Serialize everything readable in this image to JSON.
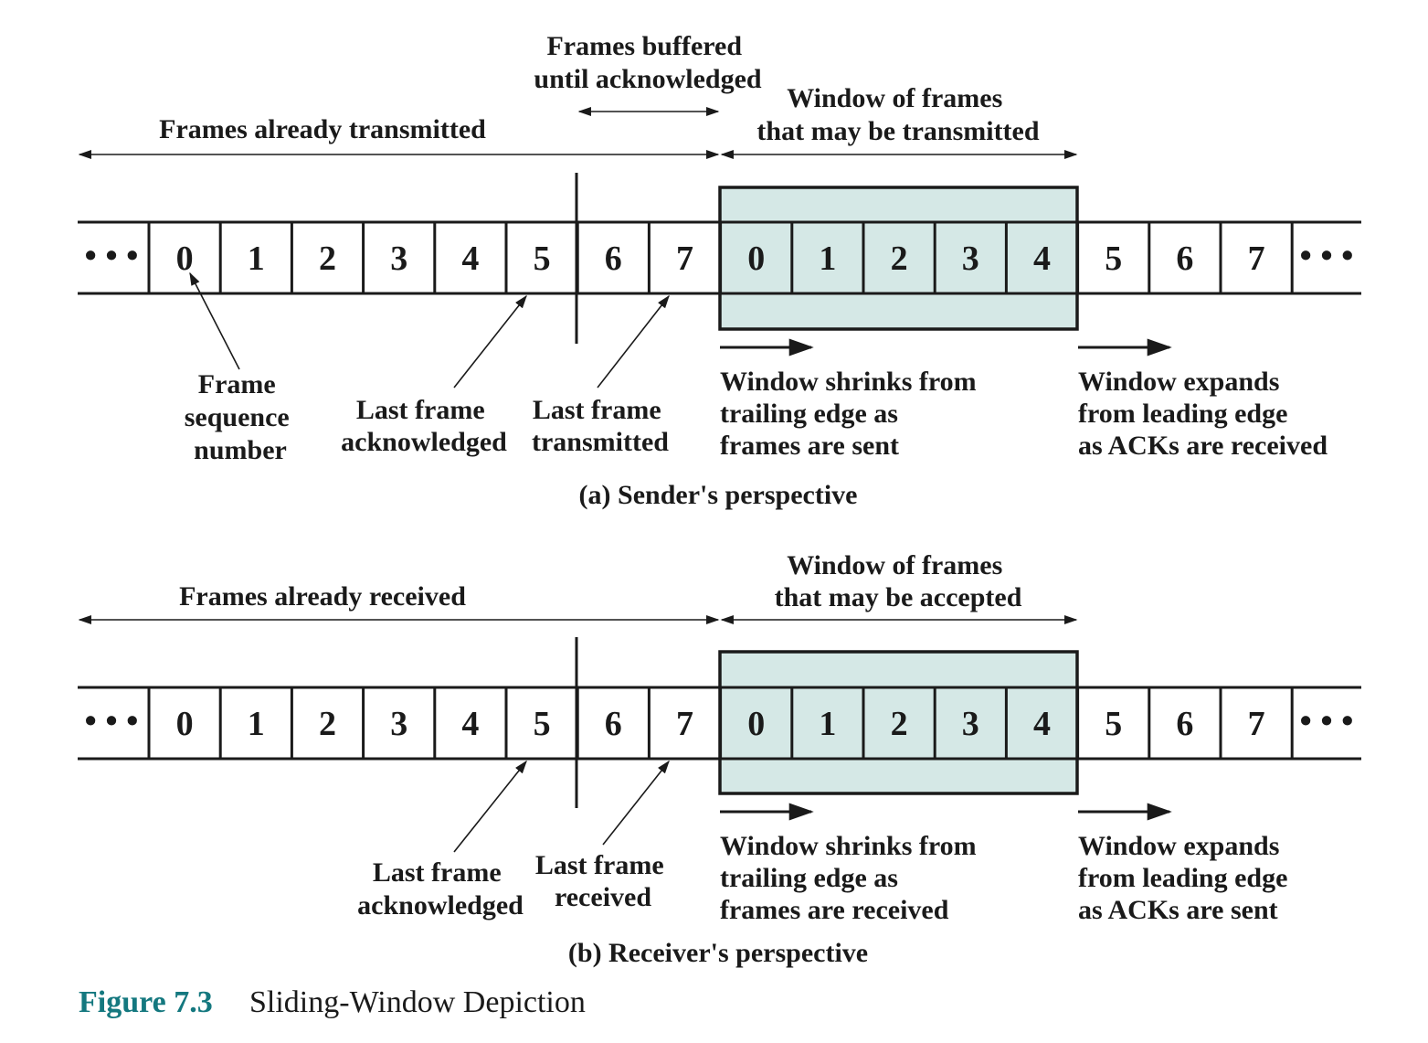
{
  "sequence": [
    "0",
    "1",
    "2",
    "3",
    "4",
    "5",
    "6",
    "7",
    "0",
    "1",
    "2",
    "3",
    "4",
    "5",
    "6",
    "7"
  ],
  "ellipsis": "• • •",
  "window": {
    "fill": "#d5e8e6"
  },
  "sender": {
    "frames_buffered": [
      "Frames buffered",
      "until acknowledged"
    ],
    "already_transmitted": "Frames already transmitted",
    "window_label": [
      "Window of frames",
      "that may be transmitted"
    ],
    "frame_seq": [
      "Frame",
      "sequence",
      "number"
    ],
    "last_ack": [
      "Last frame",
      "acknowledged"
    ],
    "last_tx": [
      "Last frame",
      "transmitted"
    ],
    "shrinks": [
      "Window shrinks from",
      "trailing edge as",
      "frames are sent"
    ],
    "expands": [
      "Window expands",
      "from leading edge",
      "as ACKs are received"
    ],
    "caption": "(a) Sender's perspective"
  },
  "receiver": {
    "already_received": "Frames already received",
    "window_label": [
      "Window of frames",
      "that may be accepted"
    ],
    "last_ack": [
      "Last frame",
      "acknowledged"
    ],
    "last_rx": [
      "Last frame",
      "received"
    ],
    "shrinks": [
      "Window shrinks from",
      "trailing edge as",
      "frames are received"
    ],
    "expands": [
      "Window expands",
      "from leading edge",
      "as ACKs are sent"
    ],
    "caption": "(b) Receiver's perspective"
  },
  "figure": {
    "number": "Figure 7.3",
    "title": "Sliding-Window Depiction",
    "number_color": "#14787f"
  }
}
